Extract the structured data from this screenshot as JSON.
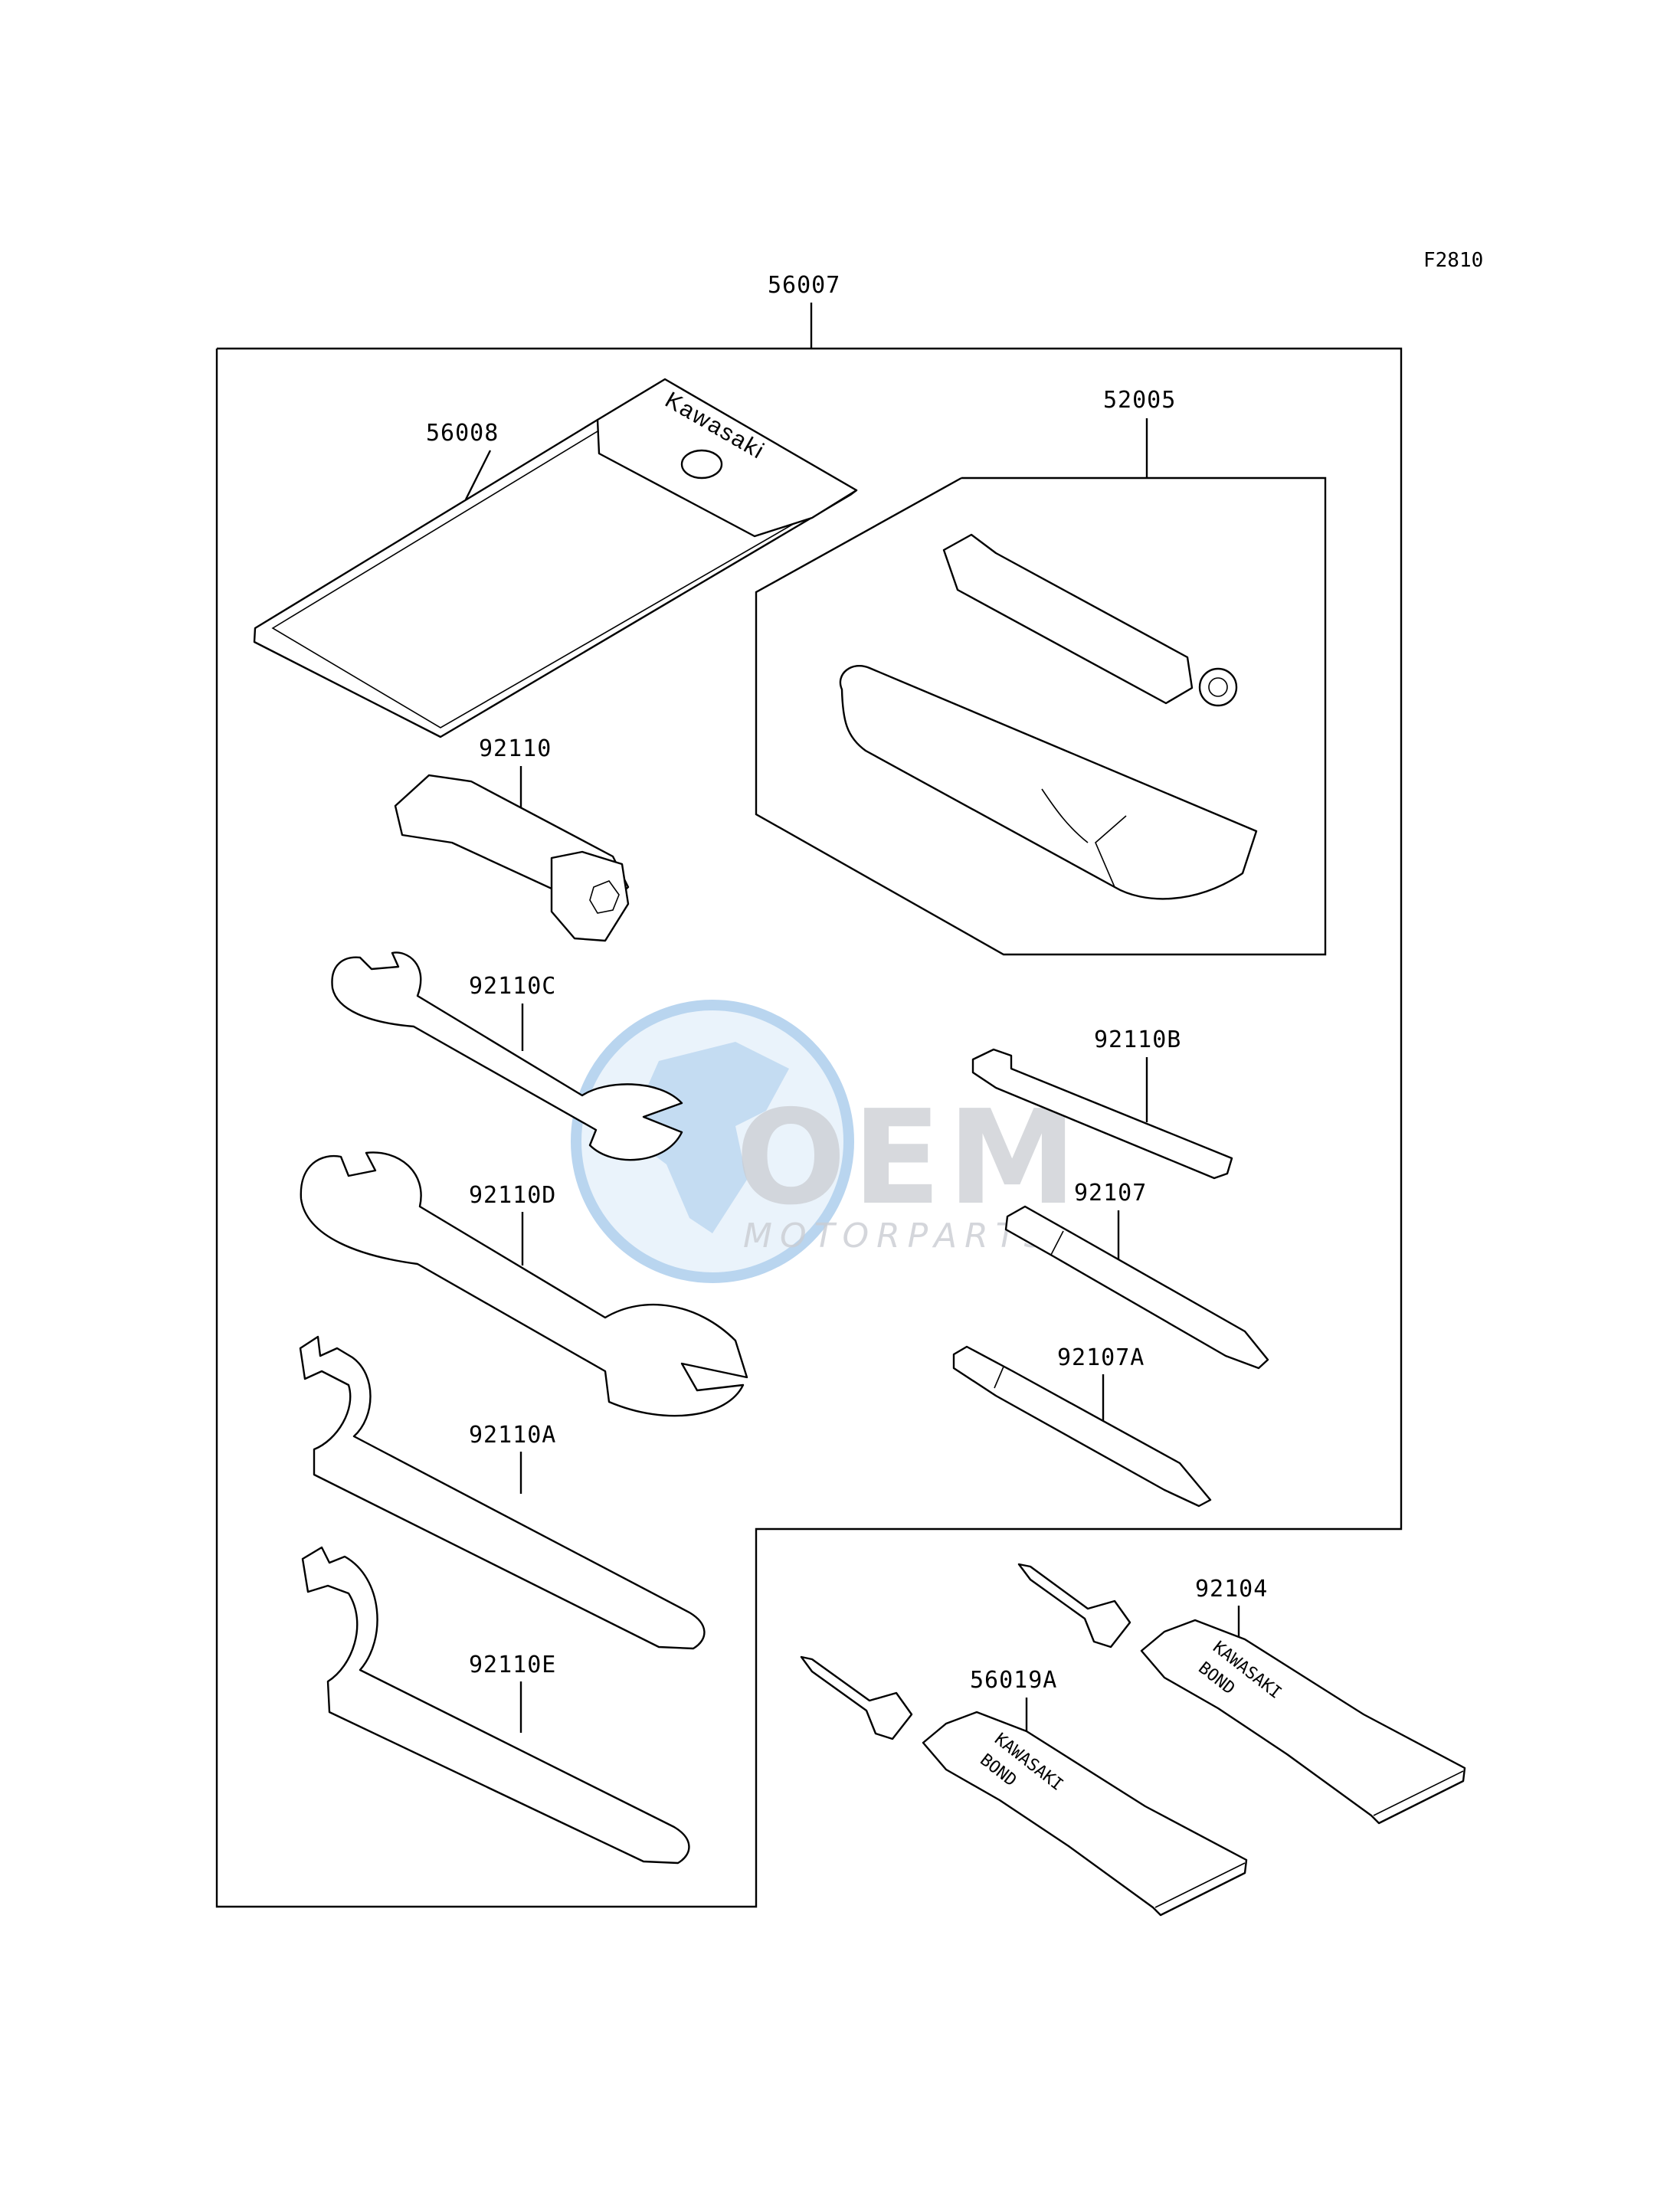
{
  "diagram": {
    "figure_code": "F2810",
    "kit_label": "56007",
    "watermark": {
      "main": "OEM",
      "sub": "MOTORPARTS"
    },
    "parts": {
      "pouch": {
        "label": "56008",
        "brand_text": "Kawasaki"
      },
      "pump_kit": {
        "label": "52005"
      },
      "plug_wrench": {
        "label": "92110"
      },
      "wrench_c": {
        "label": "92110C"
      },
      "wrench_d": {
        "label": "92110D"
      },
      "hook_wrench_a": {
        "label": "92110A"
      },
      "hook_wrench_e": {
        "label": "92110E"
      },
      "hex_key": {
        "label": "92110B"
      },
      "driver": {
        "label": "92107"
      },
      "driver_a": {
        "label": "92107A"
      },
      "bond_1": {
        "label": "92104",
        "text_1": "KAWASAKI",
        "text_2": "BOND"
      },
      "bond_2": {
        "label": "56019A",
        "text_1": "KAWASAKI",
        "text_2": "BOND"
      }
    }
  },
  "colors": {
    "line": "#000000",
    "watermark_blue": "#cfe3f6",
    "watermark_gray": "#c9ccd2"
  }
}
